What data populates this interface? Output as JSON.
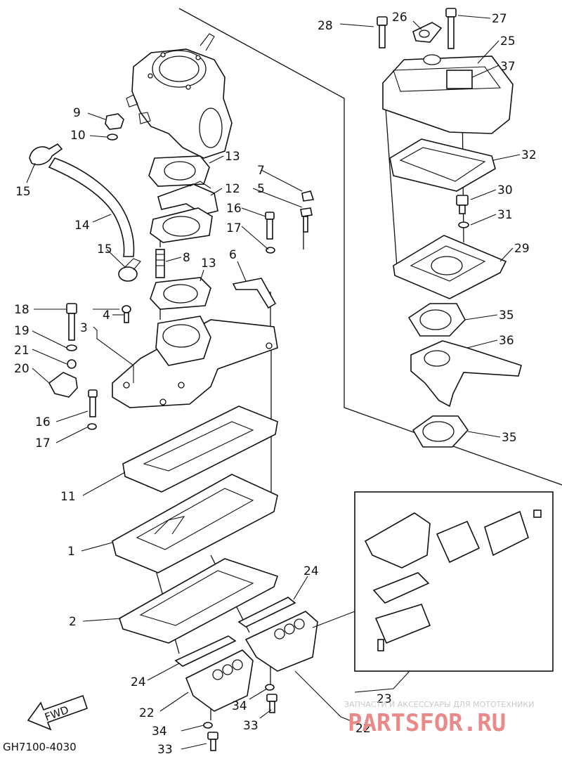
{
  "diagram": {
    "drawing_code": "GH7100-4030",
    "fwd_label": "FWD",
    "watermark": {
      "line1": "ЗАПЧАСТИ И АКСЕССУАРЫ ДЛЯ МОТОТЕХНИКИ",
      "line2": "PARTSFOR.RU"
    },
    "callouts": [
      {
        "id": "c28",
        "text": "28"
      },
      {
        "id": "c26",
        "text": "26"
      },
      {
        "id": "c27",
        "text": "27"
      },
      {
        "id": "c25",
        "text": "25"
      },
      {
        "id": "c37",
        "text": "37"
      },
      {
        "id": "c32",
        "text": "32"
      },
      {
        "id": "c30",
        "text": "30"
      },
      {
        "id": "c31",
        "text": "31"
      },
      {
        "id": "c29",
        "text": "29"
      },
      {
        "id": "c35a",
        "text": "35"
      },
      {
        "id": "c36",
        "text": "36"
      },
      {
        "id": "c35b",
        "text": "35"
      },
      {
        "id": "c9",
        "text": "9"
      },
      {
        "id": "c10",
        "text": "10"
      },
      {
        "id": "c15a",
        "text": "15"
      },
      {
        "id": "c13a",
        "text": "13"
      },
      {
        "id": "c7",
        "text": "7"
      },
      {
        "id": "c5",
        "text": "5"
      },
      {
        "id": "c12",
        "text": "12"
      },
      {
        "id": "c16a",
        "text": "16"
      },
      {
        "id": "c14",
        "text": "14"
      },
      {
        "id": "c17a",
        "text": "17"
      },
      {
        "id": "c15b",
        "text": "15"
      },
      {
        "id": "c8",
        "text": "8"
      },
      {
        "id": "c13b",
        "text": "13"
      },
      {
        "id": "c6",
        "text": "6"
      },
      {
        "id": "c18",
        "text": "18"
      },
      {
        "id": "c4",
        "text": "4"
      },
      {
        "id": "c3",
        "text": "3"
      },
      {
        "id": "c19",
        "text": "19"
      },
      {
        "id": "c21",
        "text": "21"
      },
      {
        "id": "c20",
        "text": "20"
      },
      {
        "id": "c16b",
        "text": "16"
      },
      {
        "id": "c17b",
        "text": "17"
      },
      {
        "id": "c11",
        "text": "11"
      },
      {
        "id": "c1",
        "text": "1"
      },
      {
        "id": "c24a",
        "text": "24"
      },
      {
        "id": "c2",
        "text": "2"
      },
      {
        "id": "c24b",
        "text": "24"
      },
      {
        "id": "c23",
        "text": "23"
      },
      {
        "id": "c22a",
        "text": "22"
      },
      {
        "id": "c34a",
        "text": "34"
      },
      {
        "id": "c33a",
        "text": "33"
      },
      {
        "id": "c34b",
        "text": "34"
      },
      {
        "id": "c33b",
        "text": "33"
      },
      {
        "id": "c22b",
        "text": "22"
      }
    ]
  }
}
